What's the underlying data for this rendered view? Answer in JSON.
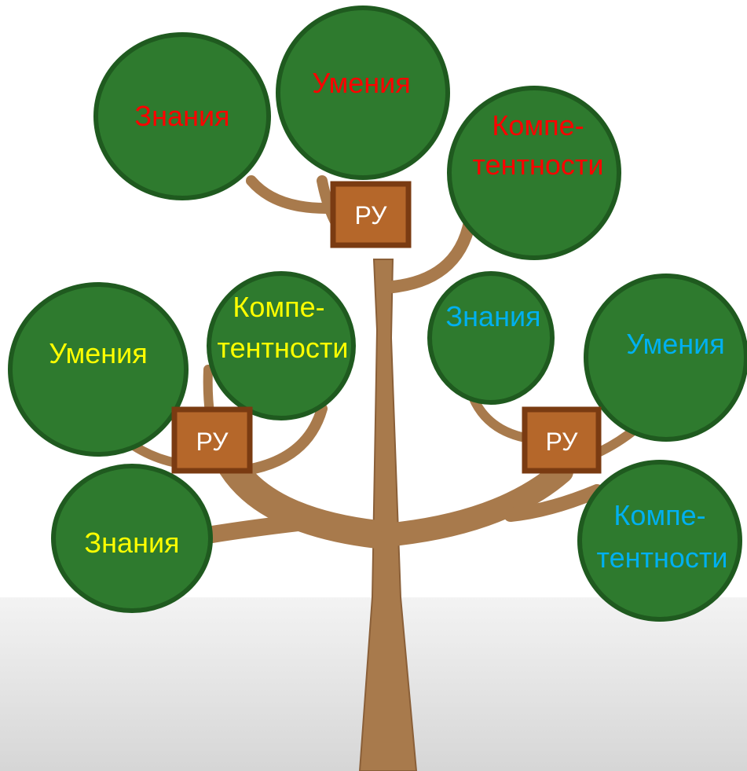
{
  "colors": {
    "leaf": "#2e7a2e",
    "leaf_highlight": "#3f9140",
    "leaf_shadow": "#1f5a1f",
    "trunk": "#a87a4c",
    "trunk_dark": "#7a4f2c",
    "box_fill": "#b5672a",
    "box_border": "#7a3b12",
    "ground_top": "#f2f2f2",
    "ground_bottom": "#d9d9d9",
    "red": "#ff0000",
    "yellow": "#ffff00",
    "blue": "#00b0f0"
  },
  "crowns": {
    "top_left": {
      "lines": [
        "Знания"
      ],
      "color": "red"
    },
    "top_center": {
      "lines": [
        "Умения"
      ],
      "color": "red"
    },
    "top_right": {
      "lines": [
        "Компе-",
        "тентности"
      ],
      "color": "red"
    },
    "mid_left": {
      "lines": [
        "Умения"
      ],
      "color": "yellow"
    },
    "mid_center": {
      "lines": [
        "Компе-",
        "тентности"
      ],
      "color": "yellow"
    },
    "low_left": {
      "lines": [
        "Знания"
      ],
      "color": "yellow"
    },
    "mid_right_a": {
      "lines": [
        "Знания"
      ],
      "color": "blue"
    },
    "mid_right_b": {
      "lines": [
        "Умения"
      ],
      "color": "blue"
    },
    "low_right": {
      "lines": [
        "Компе-",
        "тентности"
      ],
      "color": "blue"
    }
  },
  "boxes": {
    "top": {
      "label": "РУ"
    },
    "left": {
      "label": "РУ"
    },
    "right": {
      "label": "РУ"
    }
  }
}
